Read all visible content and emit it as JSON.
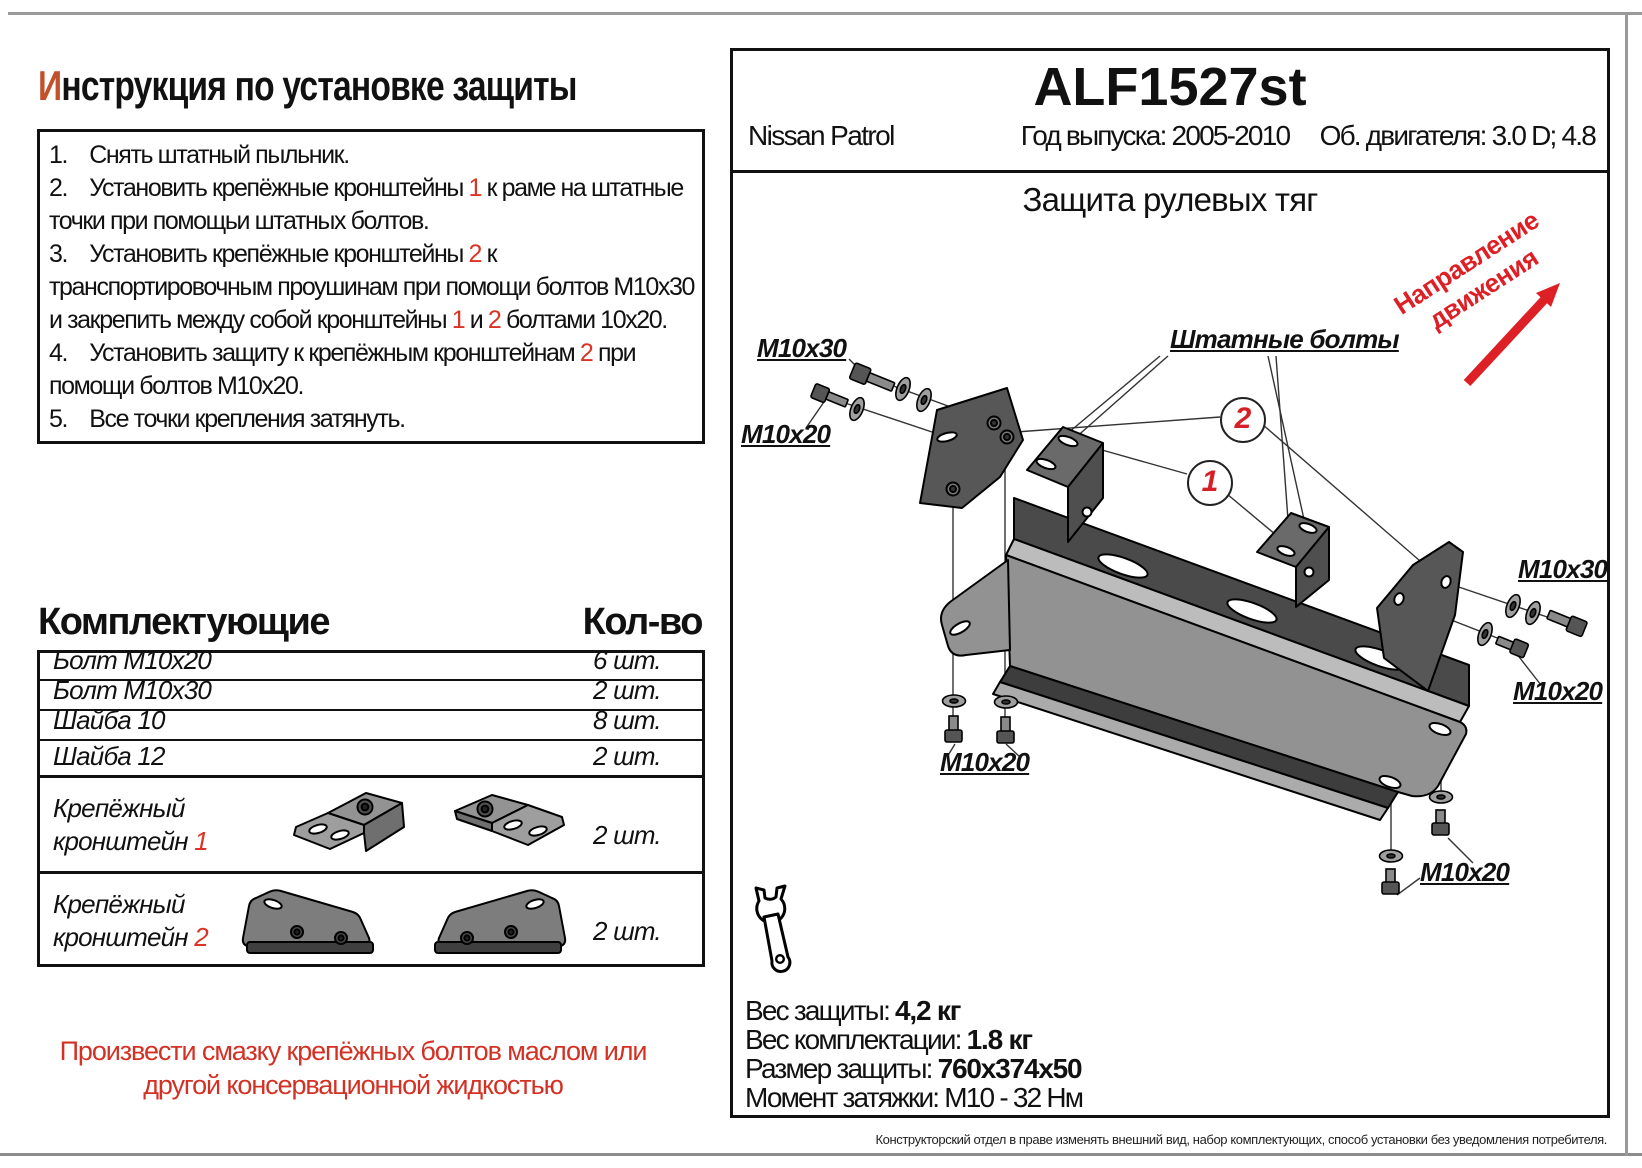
{
  "title": {
    "first_letter": "И",
    "rest": "нструкция по установке защиты"
  },
  "instructions": [
    [
      {
        "t": "1.  Снять штатный пыльник."
      }
    ],
    [
      {
        "t": "2.  Установить крепёжные кронштейны "
      },
      {
        "t": "1",
        "r": 1
      },
      {
        "t": " к раме на штатные точки при помощьи штатных болтов."
      }
    ],
    [
      {
        "t": "3.  Установить крепёжные кронштейны "
      },
      {
        "t": "2",
        "r": 1
      },
      {
        "t": " к транспортировочным проушинам при помощи болтов М10х30 и закрепить между собой кронштейны "
      },
      {
        "t": "1",
        "r": 1
      },
      {
        "t": " и "
      },
      {
        "t": "2",
        "r": 1
      },
      {
        "t": " болтами 10х20."
      }
    ],
    [
      {
        "t": "4.  Установить защиту к крепёжным кронштейнам "
      },
      {
        "t": "2",
        "r": 1
      },
      {
        "t": " при помощи болтов М10х20."
      }
    ],
    [
      {
        "t": "5.  Все точки крепления затянуть."
      }
    ]
  ],
  "components": {
    "title": "Комплектующие",
    "qty_title": "Кол-во",
    "rows": [
      {
        "name": "Болт М10х20",
        "qty": "6 шт."
      },
      {
        "name": "Болт М10х30",
        "qty": "2 шт."
      },
      {
        "name": "Шайба 10",
        "qty": "8 шт."
      },
      {
        "name": "Шайба 12",
        "qty": "2 шт."
      }
    ],
    "bracket_rows": [
      {
        "name_runs": [
          {
            "t": "Крепёжный\nкронштейн "
          },
          {
            "t": "1",
            "r": 1
          }
        ],
        "qty": "2 шт."
      },
      {
        "name_runs": [
          {
            "t": "Крепёжный\nкронштейн "
          },
          {
            "t": "2",
            "r": 1
          }
        ],
        "qty": "2 шт."
      }
    ]
  },
  "note": "Произвести смазку крепёжных болтов маслом или другой консервационной жидкостью",
  "part": {
    "code": "ALF1527st",
    "model": "Nissan Patrol",
    "year": "Год выпуска: 2005-2010",
    "engine": "Об. двигателя: 3.0 D; 4.8",
    "diagram_title": "Защита рулевых тяг"
  },
  "diagram": {
    "m10x30_left": "М10х30",
    "m10x20_left": "М10х20",
    "stock_bolts": "Штатные болты",
    "m10x30_right": "М10х30",
    "m10x20_right": "М10х20",
    "m10x20_bottom_left": "М10х20",
    "m10x20_bottom_right": "М10х20",
    "callout_1": "1",
    "callout_2": "2",
    "direction_line1": "Направление",
    "direction_line2": "движения"
  },
  "specs": [
    {
      "label": "Вес защиты: ",
      "value": "4,2 кг",
      "bold": true
    },
    {
      "label": "Вес комплектации: ",
      "value": "1.8 кг",
      "bold": true
    },
    {
      "label": "Размер защиты: ",
      "value": "760х374х50",
      "bold": true
    },
    {
      "label": "Момент затяжки:  ",
      "value": "М10 - 32 Нм",
      "bold": false
    }
  ],
  "footer": "Конструкторский отдел в праве изменять внешний вид, набор комплектующих, способ установки без уведомления потребителя."
}
